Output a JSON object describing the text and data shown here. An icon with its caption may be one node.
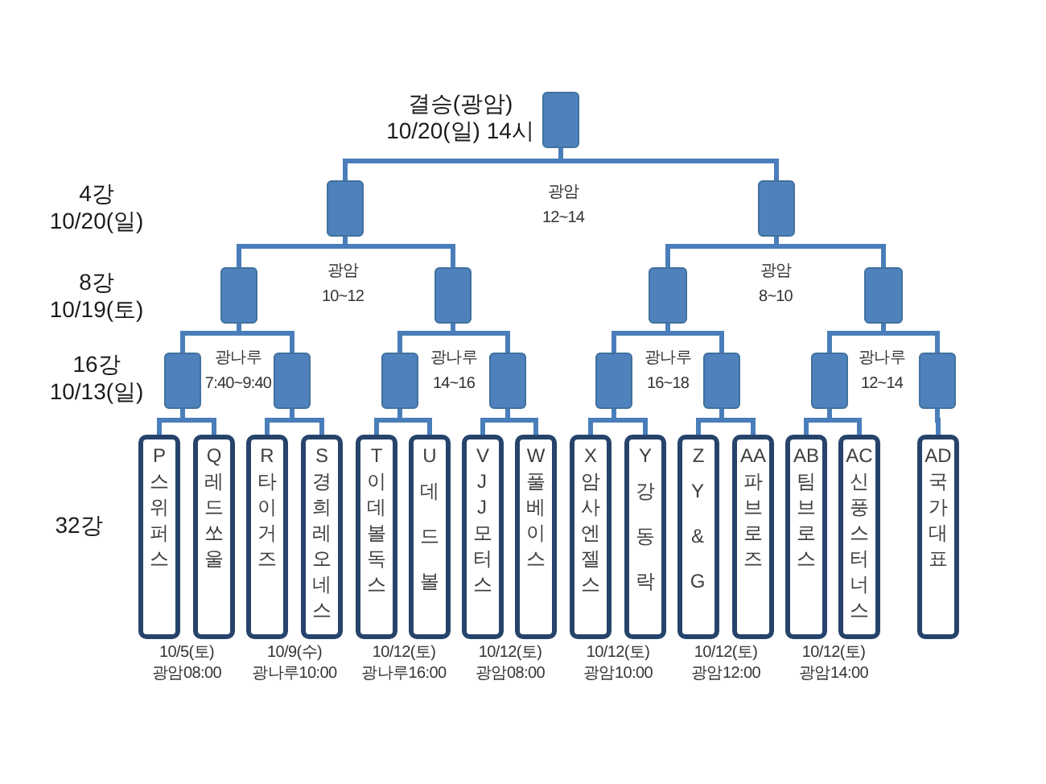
{
  "diagram": {
    "nodes": [
      {
        "text": [],
        "shape": "box",
        "beside": [
          "결승(광암) 10/20(일) 14시"
        ]
      },
      {
        "text": [],
        "shape": "box"
      },
      {
        "text": [],
        "shape": "box"
      },
      {
        "text": [],
        "shape": "box"
      },
      {
        "text": [],
        "shape": "box"
      },
      {
        "text": [],
        "shape": "box"
      },
      {
        "text": [],
        "shape": "box"
      },
      {
        "text": [],
        "shape": "box"
      },
      {
        "text": [],
        "shape": "box"
      },
      {
        "text": [],
        "shape": "box"
      },
      {
        "text": [],
        "shape": "box"
      },
      {
        "text": [],
        "shape": "box"
      },
      {
        "text": [],
        "shape": "box"
      },
      {
        "text": [],
        "shape": "box"
      },
      {
        "text": [],
        "shape": "box"
      },
      {
        "text": [
          "P",
          "스위퍼스"
        ]
      },
      {
        "text": [
          "Q",
          "레드쏘울"
        ]
      },
      {
        "text": [
          "R",
          "타이거즈"
        ]
      },
      {
        "text": [
          "S",
          "경희레오네스"
        ]
      },
      {
        "text": [
          "T",
          "이데볼독스"
        ]
      },
      {
        "text": [
          "U",
          "데드볼"
        ]
      },
      {
        "text": [
          "V",
          "JJ모터스"
        ]
      },
      {
        "text": [
          "W",
          "풀베이스"
        ]
      },
      {
        "text": [
          "X",
          "암사엔젤스"
        ]
      },
      {
        "text": [
          "Y",
          "강동락"
        ]
      },
      {
        "text": [
          "Z",
          "Y&G"
        ]
      },
      {
        "text": [
          "AA",
          "파브로즈"
        ]
      },
      {
        "text": [
          "AB",
          "팀브로스"
        ]
      },
      {
        "text": [
          "AC",
          "신풍스터너스"
        ]
      },
      {
        "text": [
          "AD",
          "국가대표"
        ]
      }
    ],
    "edges": [
      {
        "from": 0,
        "to": 1,
        "arrow": "none"
      },
      {
        "from": 0,
        "to": 2,
        "arrow": "none"
      },
      {
        "from": 1,
        "to": 3,
        "arrow": "none"
      },
      {
        "from": 1,
        "to": 4,
        "arrow": "none"
      },
      {
        "from": 2,
        "to": 5,
        "arrow": "none"
      },
      {
        "from": 2,
        "to": 6,
        "arrow": "none"
      },
      {
        "from": 3,
        "to": 7,
        "arrow": "none"
      },
      {
        "from": 3,
        "to": 8,
        "arrow": "none"
      },
      {
        "from": 4,
        "to": 9,
        "arrow": "none"
      },
      {
        "from": 4,
        "to": 10,
        "arrow": "none"
      },
      {
        "from": 5,
        "to": 11,
        "arrow": "none"
      },
      {
        "from": 5,
        "to": 12,
        "arrow": "none"
      },
      {
        "from": 6,
        "to": 13,
        "arrow": "none"
      },
      {
        "from": 6,
        "to": 14,
        "arrow": "none"
      },
      {
        "from": 7,
        "to": 15,
        "arrow": "none"
      },
      {
        "from": 7,
        "to": 16,
        "arrow": "none"
      },
      {
        "from": 8,
        "to": 17,
        "arrow": "none"
      },
      {
        "from": 8,
        "to": 18,
        "arrow": "none"
      },
      {
        "from": 9,
        "to": 19,
        "arrow": "none"
      },
      {
        "from": 9,
        "to": 20,
        "arrow": "none"
      },
      {
        "from": 10,
        "to": 21,
        "arrow": "none"
      },
      {
        "from": 10,
        "to": 22,
        "arrow": "none"
      },
      {
        "from": 11,
        "to": 23,
        "arrow": "none"
      },
      {
        "from": 11,
        "to": 24,
        "arrow": "none"
      },
      {
        "from": 12,
        "to": 25,
        "arrow": "none"
      },
      {
        "from": 12,
        "to": 26,
        "arrow": "none"
      },
      {
        "from": 13,
        "to": 27,
        "arrow": "none"
      },
      {
        "from": 13,
        "to": 28,
        "arrow": "none"
      },
      {
        "from": 14,
        "to": 29,
        "arrow": "none"
      }
    ],
    "labels": [
      "4강 10/20(일)",
      "광암 12~14",
      "8강 10/19(토)",
      "광암 10~12",
      "광암 8~10",
      "16강 10/13(일)",
      "광나루 7:40~9:40",
      "광나루 14~16",
      "광나루 16~18",
      "광나루 12~14",
      "32강",
      "10/5(토) 광암08:00",
      "10/9(수) 광나루10:00",
      "10/12(토) 광나루16:00",
      "10/12(토) 광암08:00",
      "10/12(토) 광암10:00",
      "10/12(토) 광암12:00",
      "10/12(토) 광암14:00"
    ]
  }
}
